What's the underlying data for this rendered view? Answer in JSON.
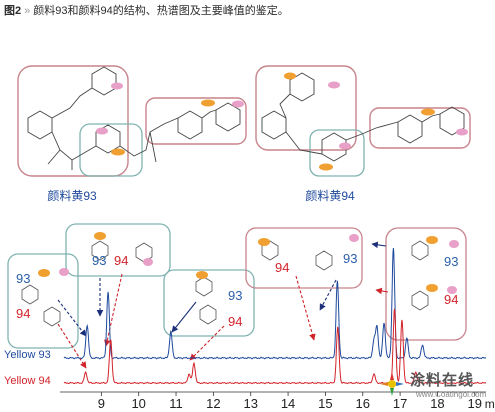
{
  "caption": {
    "fig_num": "图2",
    "separator": "»",
    "text": "颜料93和颜料94的结构、热谱图及主要峰值的鉴定。"
  },
  "pigment_labels": {
    "p93": "颜料黄93",
    "p94": "颜料黄94"
  },
  "colors": {
    "yellow93": "#1f4a9c",
    "yellow94": "#d2232a",
    "structure_box_red": "#c8848c",
    "structure_box_teal": "#7fb3b0",
    "arrow_navy": "#1c2f78"
  },
  "chart_data": {
    "type": "line",
    "title": "",
    "xlabel": "min",
    "ylabel": "",
    "xlim": [
      8.0,
      19.3
    ],
    "xticks": [
      9,
      10,
      11,
      12,
      13,
      14,
      15,
      16,
      17,
      18,
      19
    ],
    "series": [
      {
        "name": "Yellow 93",
        "baseline_level": 0.0,
        "peaks": [
          {
            "x": 8.62,
            "height": 0.3
          },
          {
            "x": 9.18,
            "height": 0.6
          },
          {
            "x": 10.86,
            "height": 0.24
          },
          {
            "x": 15.32,
            "height": 0.7
          },
          {
            "x": 16.3,
            "height": 0.16
          },
          {
            "x": 16.38,
            "height": 0.28
          },
          {
            "x": 16.57,
            "height": 0.32
          },
          {
            "x": 16.82,
            "height": 1.0
          },
          {
            "x": 17.18,
            "height": 0.18
          },
          {
            "x": 17.6,
            "height": 0.12
          }
        ]
      },
      {
        "name": "Yellow 94",
        "baseline_level": 0.0,
        "peaks": [
          {
            "x": 8.58,
            "height": 0.12
          },
          {
            "x": 9.25,
            "height": 0.48
          },
          {
            "x": 11.35,
            "height": 0.1
          },
          {
            "x": 11.48,
            "height": 0.22
          },
          {
            "x": 15.33,
            "height": 0.62
          },
          {
            "x": 16.3,
            "height": 0.1
          },
          {
            "x": 16.85,
            "height": 0.82
          },
          {
            "x": 17.05,
            "height": 0.7
          },
          {
            "x": 17.42,
            "height": 0.12
          }
        ]
      }
    ],
    "annotations": [
      {
        "text": "93",
        "color": "yellow93"
      },
      {
        "text": "94",
        "color": "yellow94"
      },
      {
        "text": "93",
        "color": "yellow93"
      },
      {
        "text": "94",
        "color": "yellow94"
      },
      {
        "text": "93",
        "color": "yellow93"
      },
      {
        "text": "94",
        "color": "yellow94"
      },
      {
        "text": "94",
        "color": "yellow94"
      },
      {
        "text": "93",
        "color": "yellow93"
      },
      {
        "text": "93",
        "color": "yellow93"
      },
      {
        "text": "94",
        "color": "yellow94"
      }
    ]
  },
  "watermark": {
    "text_cn": "涂料在线",
    "url": "www.Coatingol.com"
  }
}
